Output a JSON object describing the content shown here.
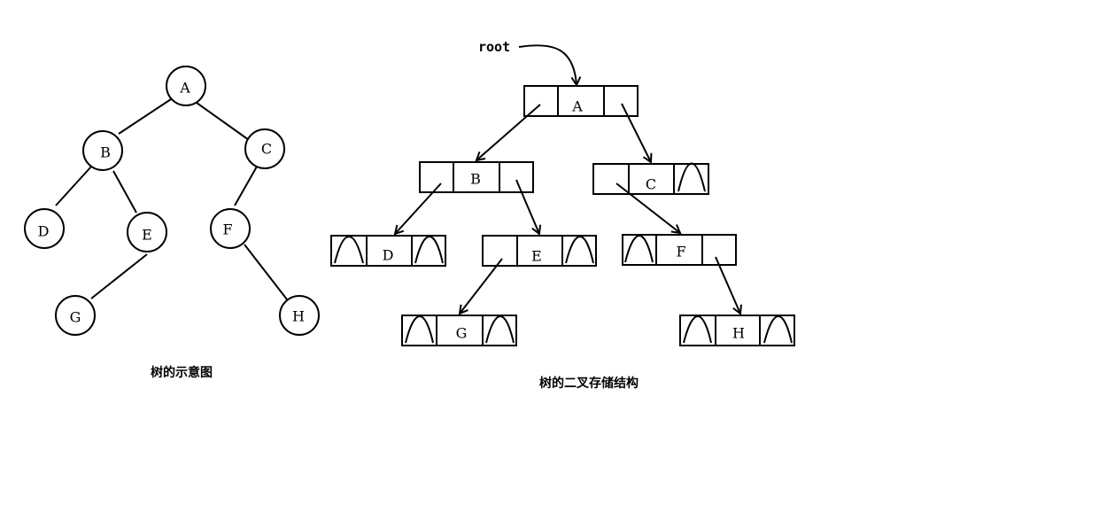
{
  "tree": {
    "caption": "树的示意图",
    "nodes": {
      "A": "A",
      "B": "B",
      "C": "C",
      "D": "D",
      "E": "E",
      "F": "F",
      "G": "G",
      "H": "H"
    }
  },
  "storage": {
    "caption": "树的二叉存储结构",
    "root_label": "root",
    "nodes": {
      "A": "A",
      "B": "B",
      "C": "C",
      "D": "D",
      "E": "E",
      "F": "F",
      "G": "G",
      "H": "H"
    }
  }
}
